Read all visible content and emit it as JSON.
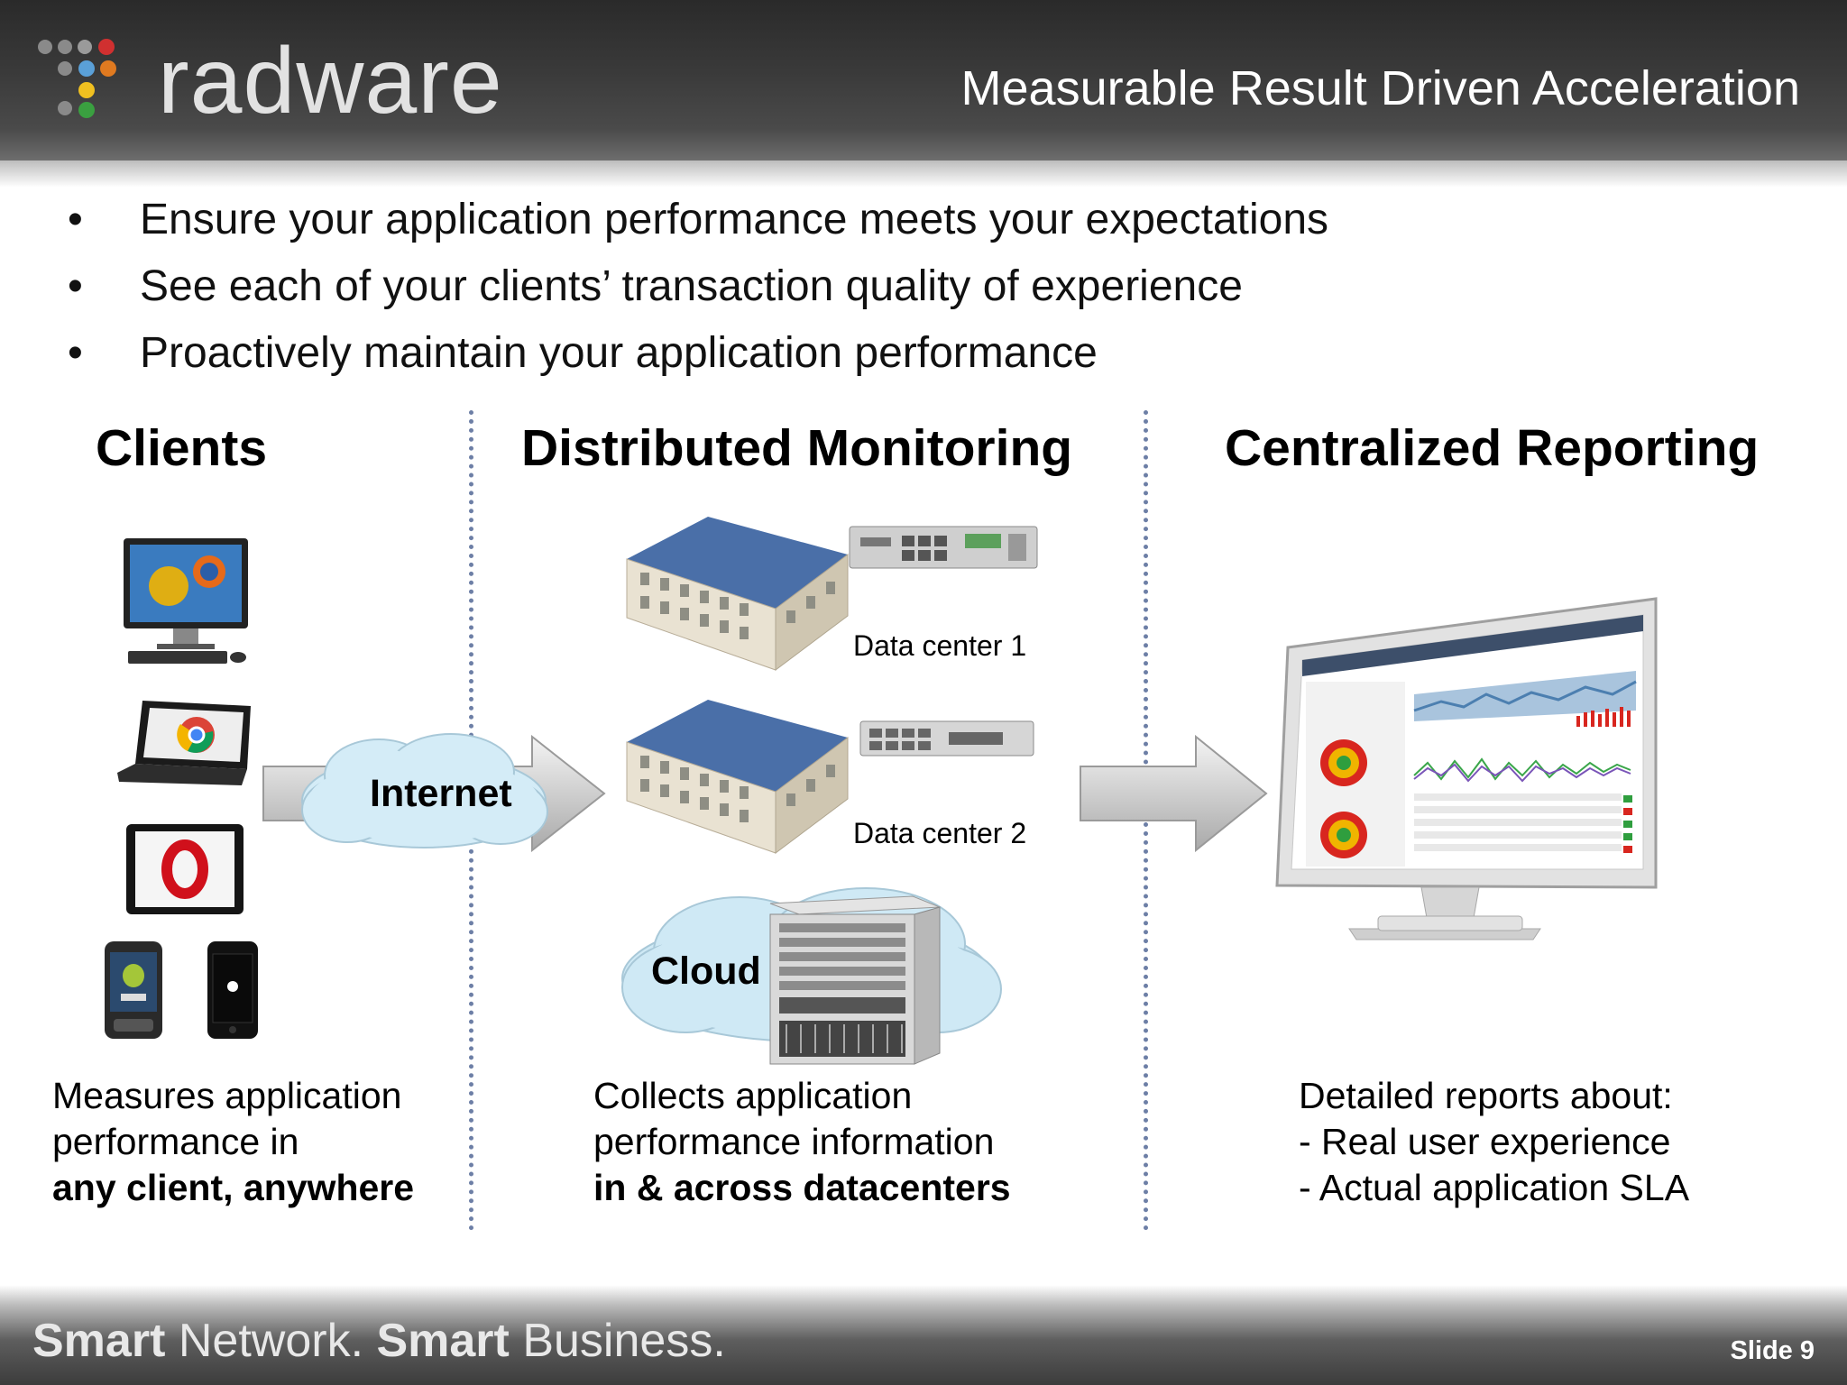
{
  "header": {
    "logo_text": "radware",
    "title": "Measurable Result Driven Acceleration"
  },
  "bullets": [
    "Ensure your application performance meets your expectations",
    "See each of your clients’ transaction quality of experience",
    "Proactively maintain your application performance"
  ],
  "bullet_char": "•",
  "columns": {
    "clients": {
      "heading": "Clients",
      "desc_line1": "Measures application",
      "desc_line2": "performance in",
      "desc_bold": "any client, anywhere"
    },
    "monitoring": {
      "heading": "Distributed Monitoring",
      "desc_line1": "Collects application",
      "desc_line2": "performance information",
      "desc_bold": "in & across datacenters"
    },
    "reporting": {
      "heading": "Centralized Reporting",
      "desc_line1": "Detailed reports about:",
      "desc_line2": "- Real user experience",
      "desc_line3": "- Actual application SLA"
    }
  },
  "diagram": {
    "internet_label": "Internet",
    "dc1_label": "Data center 1",
    "dc2_label": "Data center 2",
    "cloud_label": "Cloud"
  },
  "footer": {
    "tag_smart1": "Smart",
    "tag_network": " Network. ",
    "tag_smart2": "Smart",
    "tag_business": " Business.",
    "slide_number": "Slide 9"
  },
  "colors": {
    "divider": "#6d7fa6",
    "cloud_fill": "#cfe9f5",
    "arrow_fill": "#e0e0e0"
  }
}
